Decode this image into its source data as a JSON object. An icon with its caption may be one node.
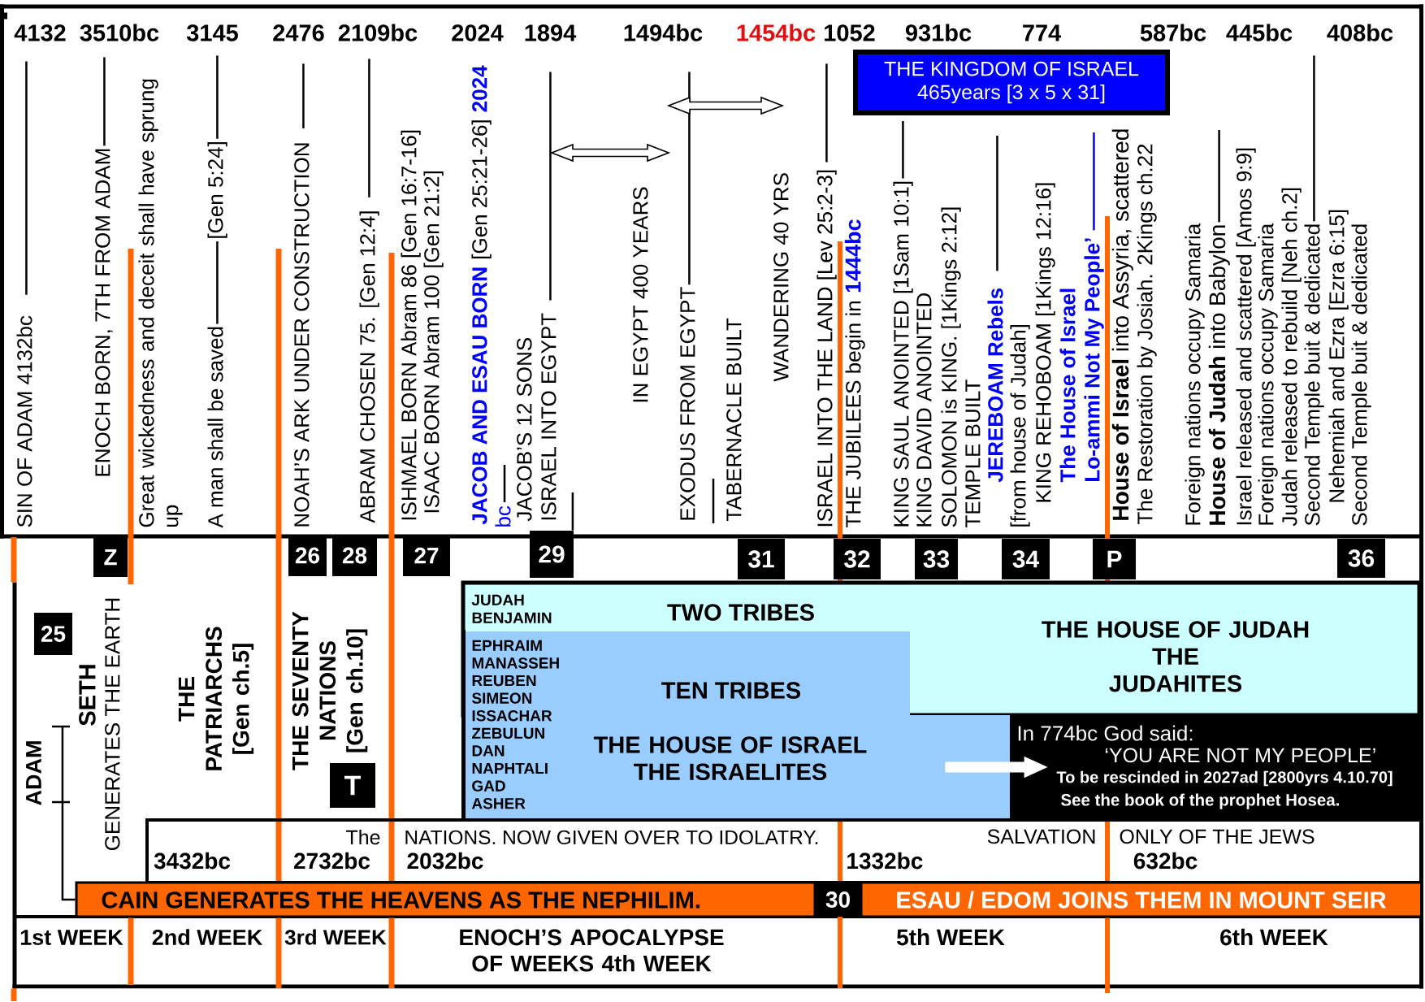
{
  "diagram": {
    "nodes": [
      {
        "text": [
          "4132"
        ]
      },
      {
        "text": [
          "3510bc"
        ]
      },
      {
        "text": [
          "3145"
        ]
      },
      {
        "text": [
          "2476"
        ]
      },
      {
        "text": [
          "2109bc"
        ]
      },
      {
        "text": [
          "1894"
        ]
      },
      {
        "text": [
          "1494bc"
        ]
      },
      {
        "text": [
          "1052"
        ]
      },
      {
        "text": [
          "408bc"
        ]
      },
      {
        "text": [
          "THE KINGDOM OF ISRAEL",
          "465years [3 x 5 x 31]"
        ]
      },
      {
        "text": [
          "SIN OF ADAM 4132bc"
        ]
      },
      {
        "text": [
          "ENOCH BORN, 7TH FROM ADAM"
        ]
      },
      {
        "text": [
          "[Gen 5:24]"
        ]
      },
      {
        "text": [
          "A man shall be saved"
        ]
      },
      {
        "text": [
          "NOAH’S ARK UNDER CONSTRUCTION"
        ]
      },
      {
        "text": [
          "ABRAM CHOSEN 75. [Gen 12:4]"
        ]
      },
      {
        "text": [
          "ISRAEL INTO EGYPT"
        ]
      },
      {
        "text": [
          "EXODUS FROM EGYPT"
        ]
      },
      {
        "text": [
          "ISRAEL INTO THE LAND [Lev 25:2-3]"
        ]
      },
      {
        "text": [
          "KING SAUL ANOINTED [1Sam 10:1]"
        ]
      },
      {
        "text": [
          "JEREBOAM Rebels"
        ]
      },
      {
        "text": [
          "Lo-ammi Not My People’"
        ]
      },
      {
        "text": [
          "**House of Judah** into Babylon"
        ]
      },
      {
        "text": [
          "Second Temple buit & dedicated"
        ]
      },
      {
        "text": [
          "Z"
        ]
      },
      {
        "text": [
          "26"
        ]
      },
      {
        "text": [
          "28"
        ]
      },
      {
        "text": [
          "27"
        ]
      },
      {
        "text": [
          "29"
        ]
      },
      {
        "text": [
          "31"
        ]
      },
      {
        "text": [
          "32"
        ]
      },
      {
        "text": [
          "33"
        ]
      },
      {
        "text": [
          "34"
        ]
      },
      {
        "text": [
          "P"
        ]
      },
      {
        "text": [
          "36"
        ]
      },
      {
        "text": [
          "25"
        ]
      },
      {
        "text": [
          "JUDAH",
          "BENJAMIN",
          "TWO TRIBES",
          "THE HOUSE OF JUDAH THE JUDAHITES"
        ]
      },
      {
        "text": [
          "EPHRAIM",
          "MANASSEH",
          "REUBEN",
          "SIMEON",
          "ISSACHAR",
          "ZEBULUN",
          "DAN",
          "NAPHTALI",
          "GAD",
          "ASHER",
          "TEN TRIBES",
          "THE HOUSE OF ISRAEL THE ISRAELITES"
        ]
      },
      {
        "text": [
          "ADAM"
        ]
      },
      {
        "text": [
          "T"
        ]
      },
      {
        "text": [
          "In 774bc God said:",
          "‘YOU ARE NOT MY PEOPLE’",
          "To be rescinded in 2027ad [2800yrs 4.10.70]",
          "See the book of the prophet Hosea."
        ]
      },
      {
        "text": [
          "The",
          "NATIONS. NOW GIVEN OVER TO IDOLATRY.",
          "SALVATION",
          "ONLY OF THE JEWS",
          "3432bc",
          "2732bc",
          "2032bc",
          "1332bc",
          "632bc"
        ]
      },
      {
        "text": [
          "CAIN GENERATES THE HEAVENS AS THE NEPHILIM."
        ]
      },
      {
        "text": [
          "30"
        ]
      },
      {
        "text": [
          "ESAU / EDOM JOINS THEM IN MOUNT SEIR"
        ]
      }
    ],
    "edges": [
      {
        "from": 0,
        "to": 10,
        "arrow": "none"
      },
      {
        "from": 1,
        "to": 11,
        "arrow": "none"
      },
      {
        "from": 2,
        "to": 12,
        "arrow": "none"
      },
      {
        "from": 12,
        "to": 13,
        "arrow": "none"
      },
      {
        "from": 3,
        "to": 14,
        "arrow": "none"
      },
      {
        "from": 4,
        "to": 15,
        "arrow": "none"
      },
      {
        "from": 5,
        "to": 16,
        "arrow": "none"
      },
      {
        "from": 6,
        "to": 17,
        "arrow": "none"
      },
      {
        "from": 7,
        "to": 18,
        "arrow": "none"
      },
      {
        "from": 9,
        "to": 19,
        "arrow": "none"
      },
      {
        "from": null,
        "to": 20,
        "arrow": "none"
      },
      {
        "from": null,
        "to": 21,
        "arrow": "none",
        "color": "#0000ff"
      },
      {
        "from": null,
        "to": 22,
        "arrow": "none"
      },
      {
        "from": 8,
        "to": 23,
        "arrow": "none"
      },
      {
        "from": 38,
        "to": 42,
        "arrow": "none"
      },
      {
        "from": 37,
        "to": 40,
        "arrow": "to",
        "style": "thick",
        "color": "#ffffff"
      },
      {
        "from": 16,
        "to": 28,
        "arrow": "none"
      }
    ],
    "labels": [
      "2024",
      "1454bc",
      "931bc",
      "774",
      "587bc",
      "445bc",
      "Great wickedness and deceit shall have sprung up",
      "ISHMAEL BORN Abram 86 [Gen 16:7-16]",
      "ISAAC BORN Abram 100 [Gen 21:2]",
      "JACOB AND ESAU BORN",
      "[Gen 25:21-26]",
      "2024",
      "bc",
      "JACOB’S 12 SONS",
      "IN EGYPT 400 YEARS",
      "TABERNACLE BUILT",
      "WANDERING 40 YRS",
      "THE JUBILEES begin in",
      "1444bc",
      "KING DAVID ANOINTED",
      "SOLOMON is KING. [1Kings 2:12]",
      "TEMPLE BUILT",
      "[from house of Judah]",
      "KING REHOBOAM [1Kings 12:16]",
      "The House of Israel",
      "**House of Israel** into Assyria, scattered",
      "The Restoration by Josiah. 2Kings ch.22",
      "Foreign nations occupy Samaria",
      "Israel released and scattered [Amos 9:9]",
      "Foreign nations occupy Samaria",
      "Judah released to rebuild [Neh ch.2]",
      "Nehemiah and Ezra [Ezra 6:15]",
      "Second Temple buit & dedicated",
      "SETH",
      "GENERATES THE EARTH",
      "THE PATRIARCHS [Gen ch.5]",
      "THE SEVENTY NATIONS [Gen ch.10]",
      "1st WEEK",
      "2nd WEEK",
      "3rd WEEK",
      "ENOCH’S APOCALYPSE OF WEEKS 4th WEEK",
      "5th WEEK",
      "6th WEEK"
    ]
  }
}
